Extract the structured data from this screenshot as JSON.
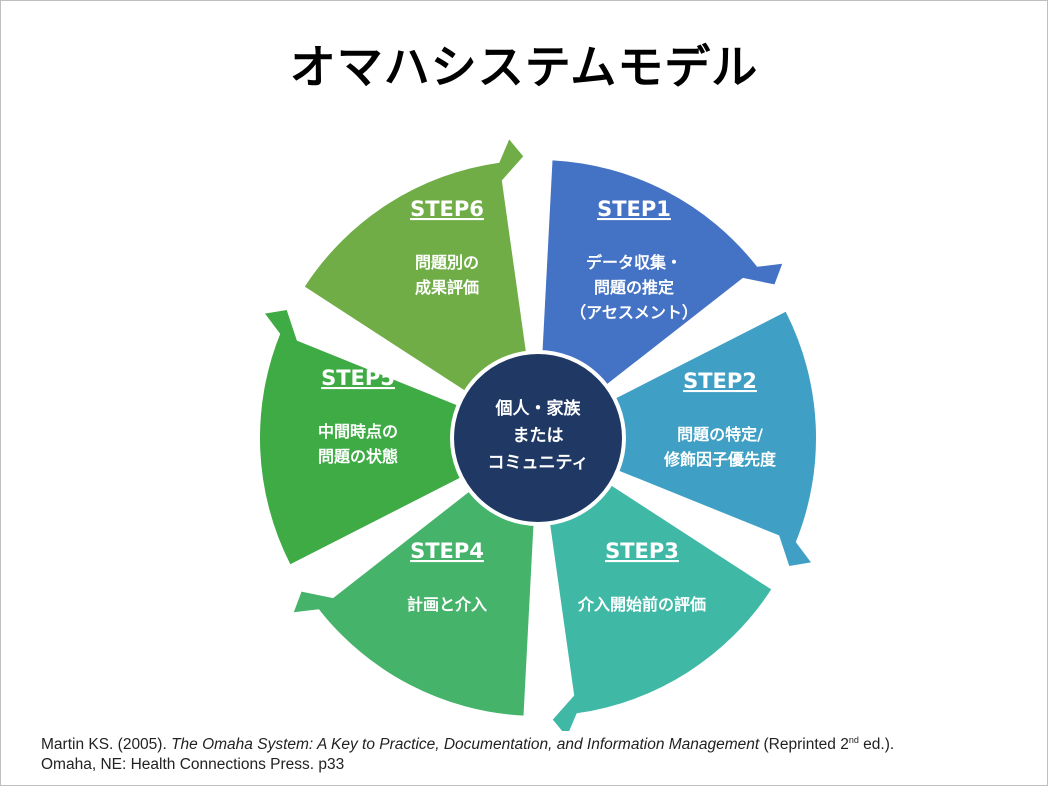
{
  "title": "オマハシステムモデル",
  "center": {
    "lines": [
      "個人・家族",
      "または",
      "コミュニティ"
    ],
    "color": "#1f3864"
  },
  "steps": [
    {
      "label": "STEP1",
      "lines": [
        "データ収集・",
        "問題の推定",
        "（アセスメント）"
      ],
      "color": "#4472c4"
    },
    {
      "label": "STEP2",
      "lines": [
        "問題の特定/",
        "修飾因子優先度"
      ],
      "color": "#3f9fc4"
    },
    {
      "label": "STEP3",
      "lines": [
        "介入開始前の評価"
      ],
      "color": "#3fb9a6"
    },
    {
      "label": "STEP4",
      "lines": [
        "計画と介入"
      ],
      "color": "#45b36a"
    },
    {
      "label": "STEP5",
      "lines": [
        "中間時点の",
        "問題の状態"
      ],
      "color": "#3fab45"
    },
    {
      "label": "STEP6",
      "lines": [
        "問題別の",
        "成果評価"
      ],
      "color": "#70ad47"
    }
  ],
  "citation": {
    "prefix": "Martin KS. (2005). ",
    "book_title": "The Omaha System: A Key to Practice, Documentation, and Information Management",
    "edition_pre": " (Reprinted 2",
    "edition_sup": "nd",
    "edition_post": " ed.).",
    "line2": "Omaha, NE: Health Connections Press. p33"
  }
}
